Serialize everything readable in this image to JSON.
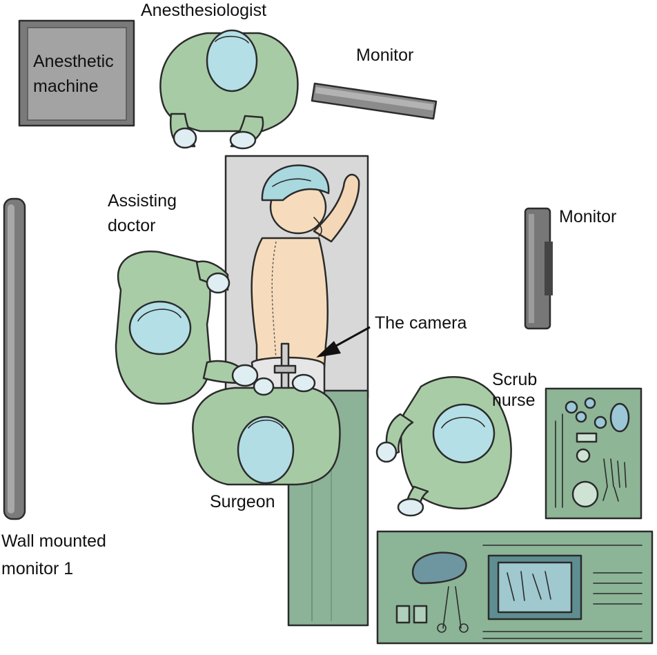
{
  "labels": {
    "anesthesiologist": "Anesthesiologist",
    "anesthetic_machine_line1": "Anesthetic",
    "anesthetic_machine_line2": "machine",
    "monitor_top": "Monitor",
    "monitor_right": "Monitor",
    "assisting_doctor_line1": "Assisting",
    "assisting_doctor_line2": "doctor",
    "the_camera": "The camera",
    "scrub_nurse_line1": "Scrub",
    "scrub_nurse_line2": "nurse",
    "surgeon": "Surgeon",
    "wall_monitor_line1": "Wall mounted",
    "wall_monitor_line2": "monitor 1"
  },
  "colors": {
    "gown": "#a9cda6",
    "gown_dark": "#6f9b77",
    "cap": "#b6e0e6",
    "cap_dark": "#7fb3bf",
    "drape": "#8bb297",
    "table_tray": "#8eb596",
    "bed": "#d9d9d9",
    "machine": "#9a9a9a",
    "monitor": "#7d7d7d",
    "skin": "#f6ddc0",
    "outline": "#2b2b2b"
  }
}
